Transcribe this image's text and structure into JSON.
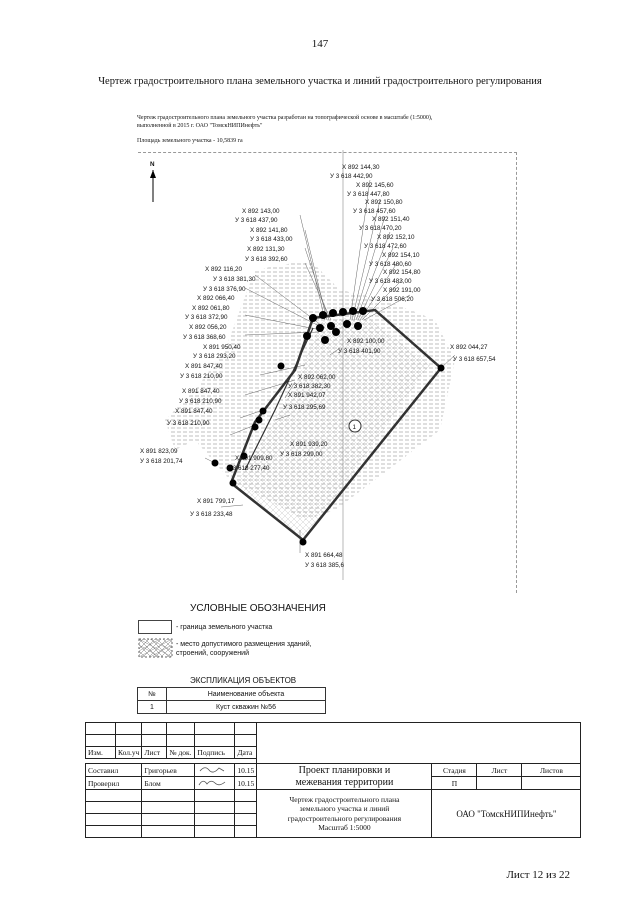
{
  "page_number": "147",
  "title": "Чертеж градостроительного плана земельного участка и линий градостроительного регулирования",
  "note_lines": [
    "Чертеж градостроительного плана земельного участка разработан на топографической основе в масштабе (1:5000),",
    "выполненной в 2015 г. ОАО \"ТомскНИПИнефть\""
  ],
  "area_text": "Площадь земельного участка - 10,5839 га",
  "north": "N",
  "marker": "1",
  "map_labels": [
    "X 892 144,30",
    "У 3 618 442,90",
    "X 892 145,60",
    "У 3 618 447,80",
    "X 892 150,80",
    "У 3 618 457,60",
    "X 892 151,40",
    "У 3 618 470,20",
    "X 892 152,10",
    "У 3 618 472,60",
    "X 892 154,10",
    "У 3 618 480,60",
    "X 892 154,80",
    "У 3 618 483,00",
    "X 892 191,00",
    "У 3 618 506,20",
    "X 892 143,00",
    "У 3 618 437,90",
    "X 892 141,80",
    "У 3 618 433,00",
    "X 892 131,30",
    "У 3 618 392,60",
    "X 892 116,20",
    "У 3 618 381,30",
    "У 3 618 376,90",
    "X 892 066,40",
    "X 892 061,80",
    "У 3 618 372,90",
    "X 892 056,20",
    "У 3 618 368,60",
    "X 891 950,40",
    "У 3 618 293,20",
    "X 891 847,40",
    "У 3 618 210,90",
    "X 891 847,40",
    "У 3 618 210,90",
    "X 891 847,40",
    "У 3 618 210,90",
    "X 891 823,09",
    "У 3 618 201,74",
    "X 892 100,00",
    "У 3 618 401,90",
    "X 892 044,27",
    "У 3 618 657,54",
    "X 892 062,00",
    "У 3 618 382,30",
    "X 891 942,07",
    "У 3 618 295,69",
    "X 891 939,20",
    "У 3 618 299,00",
    "X 891 909,80",
    "У 3 618 277,40",
    "X 891 799,17",
    "У 3 618 233,48",
    "X 891 664,48",
    "У 3 618 385,6"
  ],
  "legend": {
    "title": "УСЛОВНЫЕ ОБОЗНАЧЕНИЯ",
    "item1": "- граница земельного участка",
    "item2_line1": "- место допустимого размещения зданий,",
    "item2_line2": "строений, сооружений"
  },
  "explication": {
    "title": "ЭКСПЛИКАЦИЯ ОБЪЕКТОВ",
    "headers": [
      "№",
      "Наименование объекта"
    ],
    "rows": [
      [
        "1",
        "Куст скважин №56"
      ]
    ]
  },
  "stamp": {
    "col_headers": [
      "Изм.",
      "Кол.уч",
      "Лист",
      "№ док.",
      "Подпись",
      "Дата"
    ],
    "role1": "Составил",
    "name1": "Григорьев",
    "date1": "10.15",
    "role2": "Проверил",
    "name2": "Блом",
    "date2": "10.15",
    "project_line1": "Проект планировки и",
    "project_line2": "межевания территории",
    "stage_h": "Стадия",
    "sheet_h": "Лист",
    "sheets_h": "Листов",
    "stage": "П",
    "drawing_line1": "Чертеж градостроительного плана",
    "drawing_line2": "земельного участка и линий",
    "drawing_line3": "градостроительного регулирования",
    "drawing_line4": "Масштаб 1:5000",
    "org": "ОАО \"ТомскНИПИнефть\""
  },
  "sheet_footer": "Лист 12 из 22"
}
